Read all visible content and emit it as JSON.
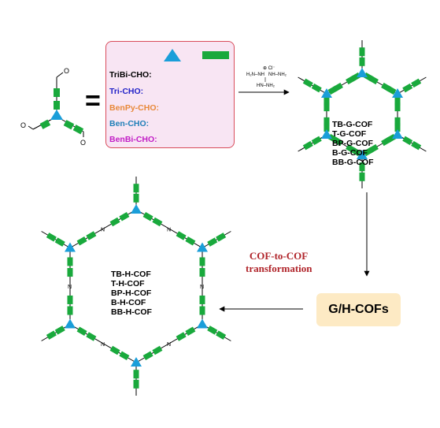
{
  "palette": {
    "green": "#19a93c",
    "blue": "#1a9ed9",
    "legend_bg": "#f8e5f3",
    "legend_border": "#d84b5a",
    "gh_bg": "#fdeac4",
    "transform_red": "#b0242a"
  },
  "monomer": {
    "aldehyde_label": "O"
  },
  "equals_sign": "=",
  "legend": {
    "rows": [
      {
        "name": "TriBi-CHO:",
        "color": "#000000",
        "core_icon": "triazine-ring-icon",
        "linker_icon": "biphenyl-icon"
      },
      {
        "name": "Tri-CHO:",
        "color": "#2323c8",
        "core_icon": "triazine-ring-icon",
        "linker_icon": "benzene-ring-icon"
      },
      {
        "name": "BenPy-CHO:",
        "color": "#e8893a",
        "core_icon": "pyridine-ring-icon",
        "linker_icon": "benzene-ring-icon"
      },
      {
        "name": "Ben-CHO:",
        "color": "#1f7fb8",
        "core_icon": "benzene-ring-icon",
        "linker_icon": "benzene-ring-icon"
      },
      {
        "name": "BenBi-CHO:",
        "color": "#c21ec6",
        "core_icon": "benzene-ring-icon",
        "linker_icon": "biphenyl-icon"
      }
    ]
  },
  "reagent": {
    "icon": "triaminoguanidinium-chloride-icon"
  },
  "g_cofs": [
    {
      "name": "TB-G-COF",
      "color": "#000000"
    },
    {
      "name": "T-G-COF",
      "color": "#2323c8"
    },
    {
      "name": "BP-G-COF",
      "color": "#e8893a"
    },
    {
      "name": "B-G-COF",
      "color": "#1f7fb8"
    },
    {
      "name": "BB-G-COF",
      "color": "#c21ec6"
    }
  ],
  "h_cofs": [
    {
      "name": "TB-H-COF",
      "color": "#000000"
    },
    {
      "name": "T-H-COF",
      "color": "#2323c8"
    },
    {
      "name": "BP-H-COF",
      "color": "#e8893a"
    },
    {
      "name": "B-H-COF",
      "color": "#1f7fb8"
    },
    {
      "name": "BB-H-COF",
      "color": "#c21ec6"
    }
  ],
  "transformation": {
    "line1": "COF-to-COF",
    "line2": "transformation"
  },
  "gh_box": {
    "label": "G/H-COFs"
  },
  "azine_labels": {
    "n": "N"
  }
}
